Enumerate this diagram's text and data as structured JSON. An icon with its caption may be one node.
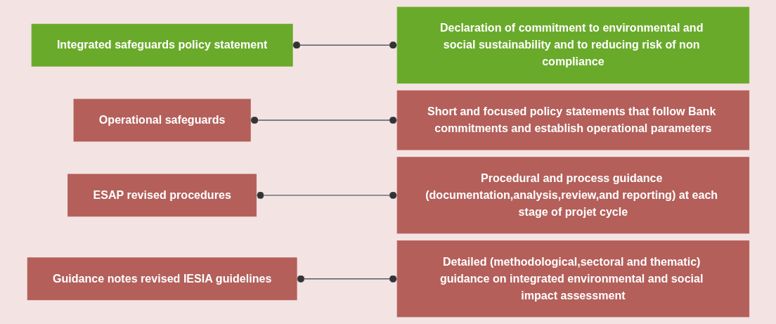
{
  "diagram": {
    "nodes": [
      {
        "text": [
          "Integrated safeguards policy statement"
        ]
      },
      {
        "text": [
          "Declaration of commitment to environmental and social sustainability and to reducing risk of non compliance"
        ]
      },
      {
        "text": [
          "Operational safeguards"
        ]
      },
      {
        "text": [
          "Short and focused policy statements that follow Bank commitments and establish operational parameters"
        ]
      },
      {
        "text": [
          "ESAP revised procedures"
        ]
      },
      {
        "text": [
          "Procedural and process guidance (documentation,analysis,review,and reporting) at each stage of projet cycle"
        ]
      },
      {
        "text": [
          "Guidance notes revised IESIA guidelines"
        ]
      },
      {
        "text": [
          "Detailed (methodological,sectoral and thematic) guidance on integrated environmental and social impact assessment"
        ]
      }
    ],
    "edges": [
      {
        "from": 0,
        "to": 1,
        "arrow": "other"
      },
      {
        "from": 2,
        "to": 3,
        "arrow": "other"
      },
      {
        "from": 4,
        "to": 5,
        "arrow": "other"
      },
      {
        "from": 6,
        "to": 7,
        "arrow": "other"
      }
    ]
  }
}
